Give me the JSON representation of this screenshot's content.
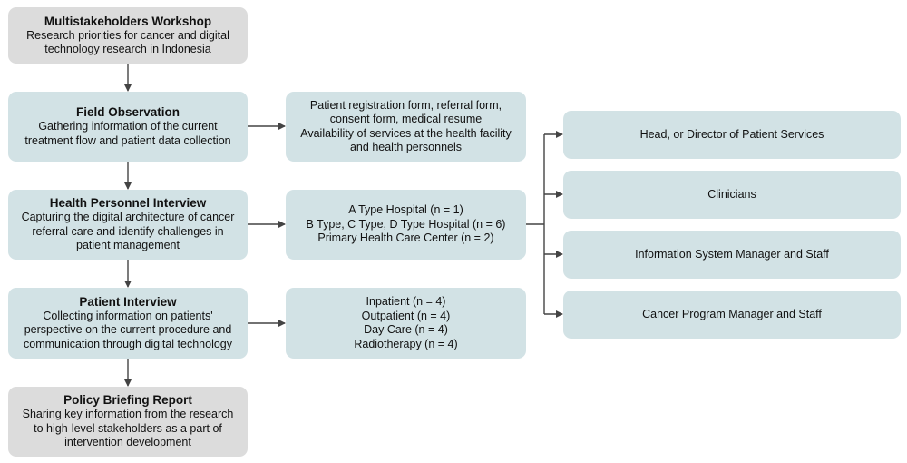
{
  "stages": {
    "workshop": {
      "title": "Multistakeholders Workshop",
      "lines": [
        "Research priorities for cancer and digital",
        "technology research in Indonesia"
      ]
    },
    "field_observation": {
      "title": "Field Observation",
      "lines": [
        "Gathering information of the current",
        "treatment flow and patient data collection"
      ]
    },
    "health_personnel_interview": {
      "title": "Health Personnel Interview",
      "lines": [
        "Capturing the digital architecture of cancer",
        "referral care and identify challenges in",
        "patient management"
      ]
    },
    "patient_interview": {
      "title": "Patient Interview",
      "lines": [
        "Collecting information on patients'",
        "perspective on the current procedure and",
        "communication through digital technology"
      ]
    },
    "policy_briefing": {
      "title": "Policy Briefing Report",
      "lines": [
        "Sharing key information from the research",
        "to high-level stakeholders as a part of",
        "intervention development"
      ]
    }
  },
  "details": {
    "field_observation": {
      "lines": [
        "Patient registration form, referral form,",
        "consent form, medical resume",
        "Availability of services at the health facility",
        "and health personnels"
      ]
    },
    "health_personnel_interview": {
      "lines": [
        "A Type Hospital (n = 1)",
        "B Type, C Type, D Type Hospital (n = 6)",
        "Primary Health Care Center (n = 2)"
      ]
    },
    "patient_interview": {
      "lines": [
        "Inpatient (n = 4)",
        "Outpatient (n = 4)",
        "Day Care (n = 4)",
        "Radiotherapy (n = 4)"
      ]
    }
  },
  "personnel_roles": [
    "Head, or Director of Patient Services",
    "Clinicians",
    "Information System Manager and Staff",
    "Cancer Program Manager and Staff"
  ]
}
